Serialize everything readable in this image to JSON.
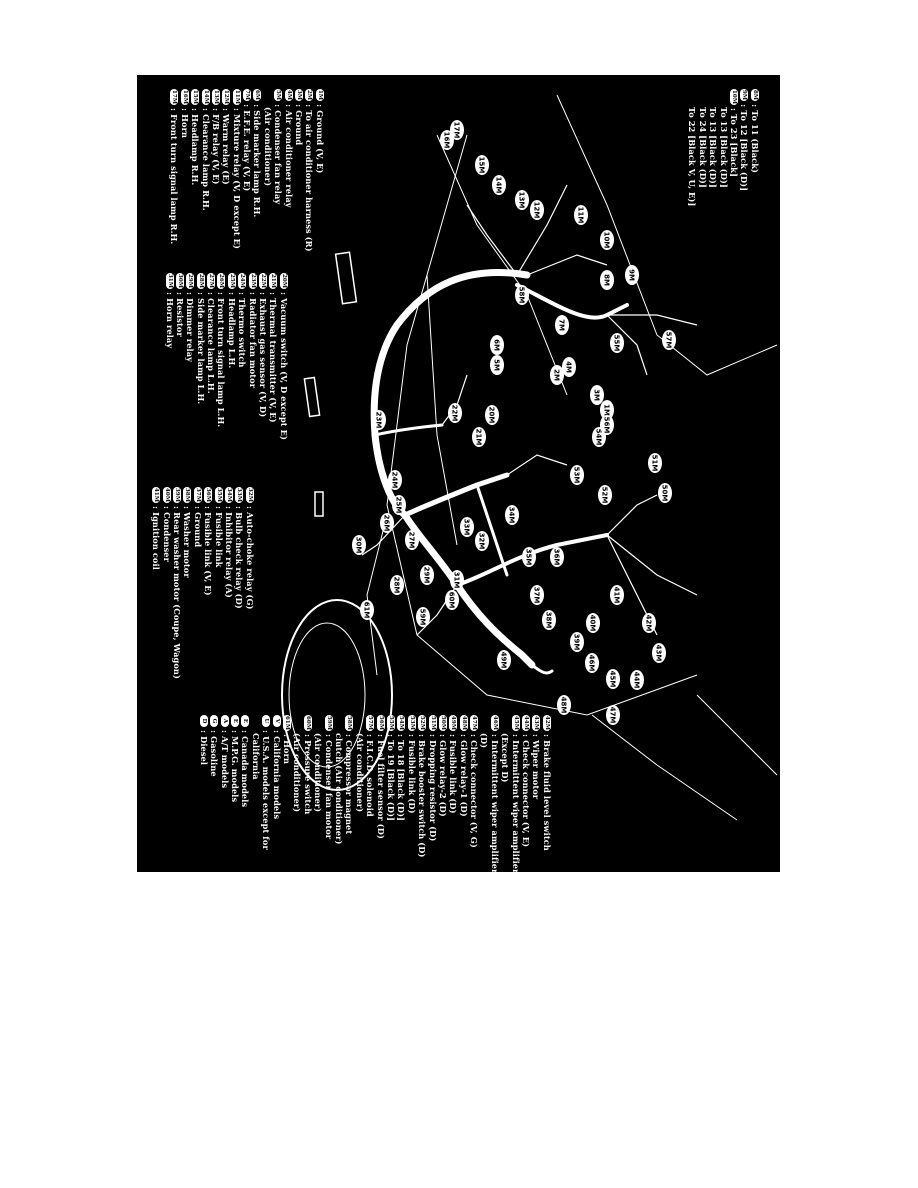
{
  "colors": {
    "background": "#000000",
    "lines": "#ffffff",
    "page": "#ffffff"
  },
  "legend_columns": [
    {
      "items": [
        {
          "code": "8M",
          "text": "To 11 (Black)"
        },
        {
          "code": "9M",
          "text": "To 12 [Black (D)]"
        },
        {
          "code": "10M",
          "text": "To 23 [Black]"
        },
        {
          "code": "",
          "text": "To 13 [Black (D)]"
        },
        {
          "code": "",
          "text": "To 13 [Black (D)]"
        },
        {
          "code": "",
          "text": "To 24 [Black (D)]"
        },
        {
          "code": "",
          "text": "To 22 [Black V, U, E)]"
        }
      ]
    },
    {
      "items": [
        {
          "code": "1M",
          "text": "Ground (V, E)"
        },
        {
          "code": "2M",
          "text": "To air conditioner harness (R)"
        },
        {
          "code": "3M",
          "text": "Ground"
        },
        {
          "code": "4M",
          "text": "Air conditioner relay"
        },
        {
          "code": "5M",
          "text": "Condenser fan relay"
        },
        {
          "code": "",
          "text": "(Air conditioner)"
        },
        {
          "code": "6M",
          "text": "Side marker lamp R.H."
        },
        {
          "code": "7M",
          "text": "E.F.E. relay (V, E)"
        },
        {
          "code": "11M",
          "text": "Mixture relay (V, D except E)"
        },
        {
          "code": "12M",
          "text": "Warm relay (E)"
        },
        {
          "code": "13M",
          "text": "F/B relay (V, E)"
        },
        {
          "code": "14M",
          "text": "Clearance lamp R.H."
        },
        {
          "code": "15M",
          "text": "Headlamp R.H."
        },
        {
          "code": "16M",
          "text": "Horn"
        },
        {
          "code": "17M",
          "text": "Front turn signal lamp R.H."
        }
      ]
    },
    {
      "items": [
        {
          "code": "20M",
          "text": "Vacuum switch (V, D except E)"
        },
        {
          "code": "21M",
          "text": "Thermal transmitter (V, E)"
        },
        {
          "code": "22M",
          "text": "Exhaust gas sensor (V, D)"
        },
        {
          "code": "23M",
          "text": "Radiator fan motor"
        },
        {
          "code": "24M",
          "text": "Thermo switch"
        },
        {
          "code": "25M",
          "text": "Headlamp L.H."
        },
        {
          "code": "26M",
          "text": "Front turn signal lamp L.H."
        },
        {
          "code": "27M",
          "text": "Clearance lamp L.H."
        },
        {
          "code": "28M",
          "text": "Side marker lamp L.H."
        },
        {
          "code": "29M",
          "text": "Dimmer relay"
        },
        {
          "code": "30M",
          "text": "Resistor"
        },
        {
          "code": "31M",
          "text": "Horn relay"
        }
      ]
    },
    {
      "items": [
        {
          "code": "32M",
          "text": "Auto-choke relay (G)"
        },
        {
          "code": "33M",
          "text": "Bulb check relay (D)"
        },
        {
          "code": "34M",
          "text": "Inhibitor relay (A)"
        },
        {
          "code": "35M",
          "text": "Fusible link"
        },
        {
          "code": "36M",
          "text": "Fusible link (V, E)"
        },
        {
          "code": "37M",
          "text": "Ground"
        },
        {
          "code": "38M",
          "text": "Washer motor"
        },
        {
          "code": "39M",
          "text": "Rear washer motor (Coupe, Wagon)"
        },
        {
          "code": "40M",
          "text": "Condenser"
        },
        {
          "code": "41M",
          "text": "Ignition coil"
        }
      ]
    },
    {
      "items": [
        {
          "code": "42M",
          "text": "Brake fluid level switch"
        },
        {
          "code": "43M",
          "text": "Wiper motor"
        },
        {
          "code": "44M",
          "text": "Check connector (V, E)"
        },
        {
          "code": "45M",
          "text": "Intermittent wiper amplifier"
        },
        {
          "code": "",
          "text": "(Except D)"
        },
        {
          "code": "46M",
          "text": "Intermittent wiper amplifier"
        },
        {
          "code": "",
          "text": "(D)"
        },
        {
          "code": "47M",
          "text": "Check connector (V, G)"
        },
        {
          "code": "48M",
          "text": "Glow relay-1 (D)"
        },
        {
          "code": "49M",
          "text": "Fusible link (D)"
        },
        {
          "code": "50M",
          "text": "Glow relay-2 (D)"
        },
        {
          "code": "51M",
          "text": "Dropping resistor (D)"
        },
        {
          "code": "52M",
          "text": "Brake booster switch (D)"
        },
        {
          "code": "53M",
          "text": "Fusible link (D)"
        },
        {
          "code": "54M",
          "text": "To 18 [Black (D)]"
        },
        {
          "code": "55M",
          "text": "To 19 [Black (D)]"
        },
        {
          "code": "56M",
          "text": "Fuel filter sensor (D)"
        },
        {
          "code": "57M",
          "text": "F.I.C.D. solenoid"
        },
        {
          "code": "",
          "text": "(Air conditioner)"
        },
        {
          "code": "58M",
          "text": "Compressor magnet"
        },
        {
          "code": "",
          "text": "clutch (Air conditioner)"
        },
        {
          "code": "59M",
          "text": "Condenser fan motor"
        },
        {
          "code": "",
          "text": "(Air conditioner)"
        },
        {
          "code": "60M",
          "text": "Pressure switch"
        },
        {
          "code": "",
          "text": "(Air conditioner)"
        },
        {
          "code": "61M",
          "text": "Horn"
        },
        {
          "code": "V",
          "text": "California models"
        },
        {
          "code": "U",
          "text": "U.S.A. models except for"
        },
        {
          "code": "",
          "text": "California"
        },
        {
          "code": "E",
          "text": "Canada models"
        },
        {
          "code": "E",
          "text": "M.P.G. models"
        },
        {
          "code": "A",
          "text": "A/T models"
        },
        {
          "code": "G",
          "text": "Gasoline"
        },
        {
          "code": "D",
          "text": "Diesel"
        }
      ]
    }
  ],
  "callouts": [
    "1M",
    "2M",
    "3M",
    "4M",
    "5M",
    "6M",
    "7M",
    "8M",
    "9M",
    "10M",
    "11M",
    "12M",
    "13M",
    "14M",
    "15M",
    "16M",
    "17M",
    "20M",
    "21M",
    "22M",
    "23M",
    "24M",
    "25M",
    "26M",
    "27M",
    "28M",
    "29M",
    "30M",
    "31M",
    "32M",
    "33M",
    "34M",
    "35M",
    "36M",
    "37M",
    "38M",
    "39M",
    "40M",
    "41M",
    "42M",
    "43M",
    "44M",
    "45M",
    "46M",
    "47M",
    "48M",
    "49M",
    "50M",
    "51M",
    "52M",
    "53M",
    "54M",
    "55M",
    "56M",
    "57M",
    "58M",
    "59M",
    "60M",
    "61M"
  ]
}
